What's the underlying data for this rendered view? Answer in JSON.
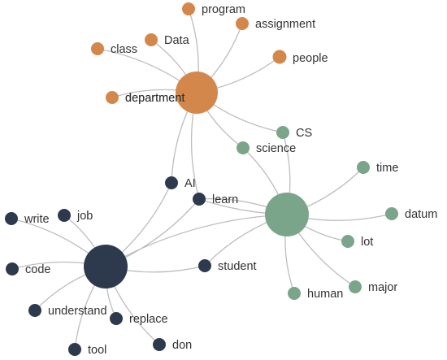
{
  "colors": {
    "orange": "#d4874b",
    "green": "#7ba58a",
    "navy": "#2d3a4d",
    "edge": "#bdbdbd",
    "text": "#333333"
  },
  "hubs": {
    "orange": {
      "id": "hub-orange",
      "label": "department",
      "group": "orange"
    },
    "green": {
      "id": "hub-green",
      "group": "green"
    },
    "navy": {
      "id": "hub-navy",
      "group": "navy"
    }
  },
  "nodes": [
    {
      "id": "program",
      "label": "program",
      "group": "orange"
    },
    {
      "id": "assignment",
      "label": "assignment",
      "group": "orange"
    },
    {
      "id": "data",
      "label": "Data",
      "group": "orange"
    },
    {
      "id": "class",
      "label": "class",
      "group": "orange"
    },
    {
      "id": "people",
      "label": "people",
      "group": "orange"
    },
    {
      "id": "department-leaf",
      "label": "department",
      "group": "orange"
    },
    {
      "id": "cs",
      "label": "CS",
      "group": "green"
    },
    {
      "id": "science",
      "label": "science",
      "group": "green"
    },
    {
      "id": "time",
      "label": "time",
      "group": "green"
    },
    {
      "id": "datum",
      "label": "datum",
      "group": "green"
    },
    {
      "id": "lot",
      "label": "lot",
      "group": "green"
    },
    {
      "id": "major",
      "label": "major",
      "group": "green"
    },
    {
      "id": "human",
      "label": "human",
      "group": "green"
    },
    {
      "id": "ai",
      "label": "AI",
      "group": "navy"
    },
    {
      "id": "learn",
      "label": "learn",
      "group": "navy"
    },
    {
      "id": "write",
      "label": "write",
      "group": "navy"
    },
    {
      "id": "job",
      "label": "job",
      "group": "navy"
    },
    {
      "id": "code",
      "label": "code",
      "group": "navy"
    },
    {
      "id": "student",
      "label": "student",
      "group": "navy"
    },
    {
      "id": "understand",
      "label": "understand",
      "group": "navy"
    },
    {
      "id": "replace",
      "label": "replace",
      "group": "navy"
    },
    {
      "id": "tool",
      "label": "tool",
      "group": "navy"
    },
    {
      "id": "don",
      "label": "don",
      "group": "navy"
    }
  ],
  "edges": [
    [
      "hub-orange",
      "program"
    ],
    [
      "hub-orange",
      "assignment"
    ],
    [
      "hub-orange",
      "data"
    ],
    [
      "hub-orange",
      "class"
    ],
    [
      "hub-orange",
      "people"
    ],
    [
      "hub-orange",
      "department-leaf"
    ],
    [
      "hub-orange",
      "cs"
    ],
    [
      "hub-orange",
      "science"
    ],
    [
      "hub-orange",
      "ai"
    ],
    [
      "hub-orange",
      "learn"
    ],
    [
      "hub-green",
      "cs"
    ],
    [
      "hub-green",
      "science"
    ],
    [
      "hub-green",
      "time"
    ],
    [
      "hub-green",
      "datum"
    ],
    [
      "hub-green",
      "lot"
    ],
    [
      "hub-green",
      "major"
    ],
    [
      "hub-green",
      "human"
    ],
    [
      "hub-green",
      "learn"
    ],
    [
      "hub-green",
      "learn"
    ],
    [
      "hub-green",
      "student"
    ],
    [
      "hub-green",
      "navy-hub-link"
    ],
    [
      "hub-navy",
      "ai"
    ],
    [
      "hub-navy",
      "learn"
    ],
    [
      "hub-navy",
      "write"
    ],
    [
      "hub-navy",
      "job"
    ],
    [
      "hub-navy",
      "code"
    ],
    [
      "hub-navy",
      "student"
    ],
    [
      "hub-navy",
      "understand"
    ],
    [
      "hub-navy",
      "replace"
    ],
    [
      "hub-navy",
      "tool"
    ],
    [
      "hub-navy",
      "don"
    ]
  ]
}
